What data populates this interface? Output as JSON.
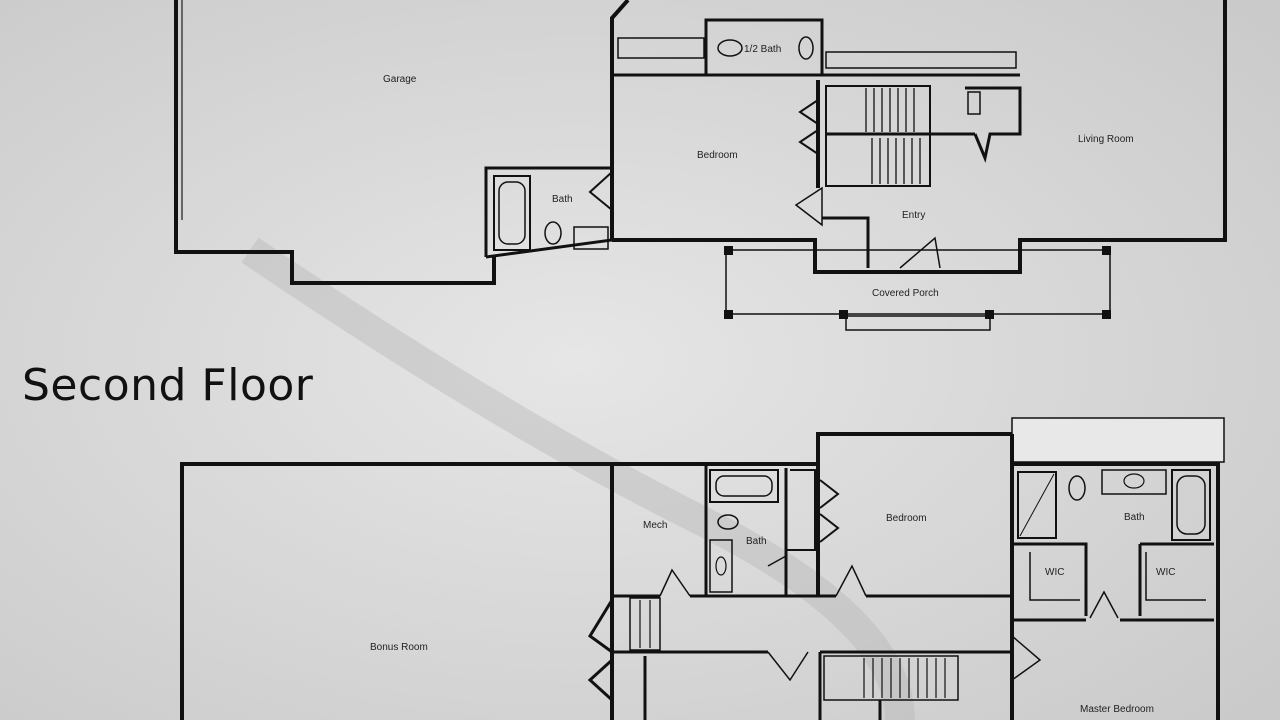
{
  "section_title": "Second Floor",
  "first_floor": {
    "labels": {
      "garage": "Garage",
      "half_bath": "1/2 Bath",
      "bedroom": "Bedroom",
      "bath": "Bath",
      "living_room": "Living Room",
      "entry": "Entry",
      "covered_porch": "Covered Porch"
    }
  },
  "second_floor": {
    "labels": {
      "bonus_room": "Bonus Room",
      "mech": "Mech",
      "bath": "Bath",
      "bedroom": "Bedroom",
      "master_bath": "Bath",
      "wic_left": "WIC",
      "wic_right": "WIC",
      "master_bedroom": "Master Bedroom"
    }
  }
}
